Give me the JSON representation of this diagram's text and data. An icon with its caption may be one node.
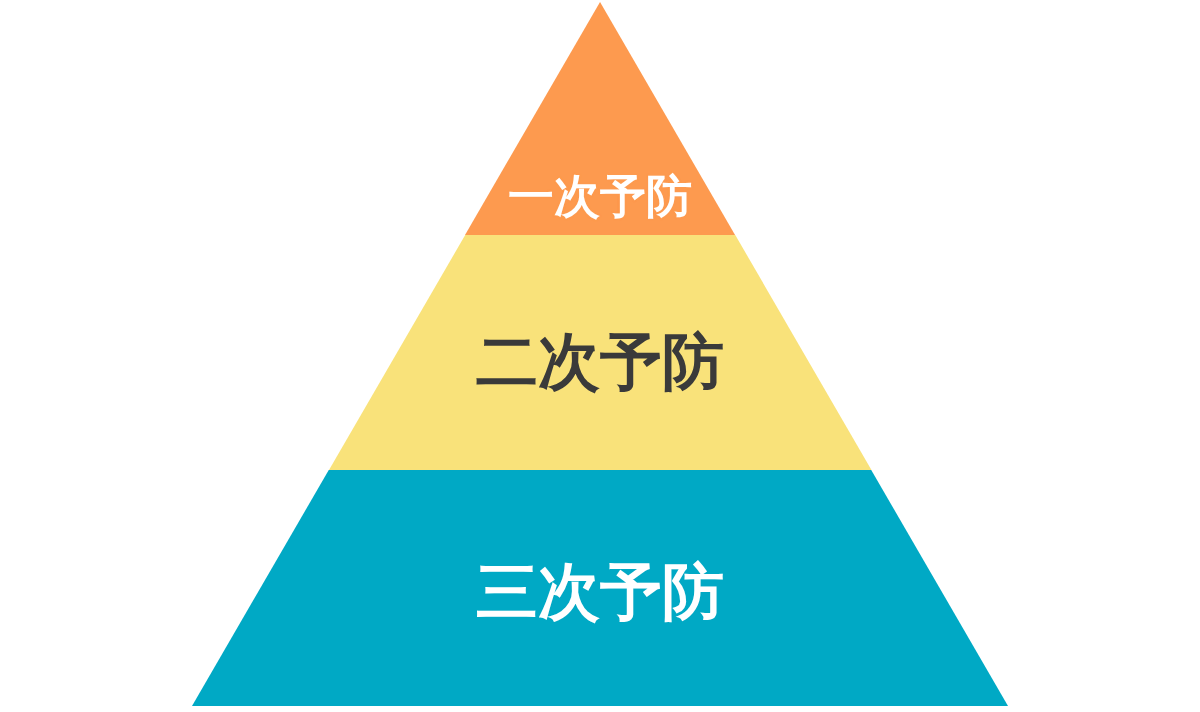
{
  "diagram": {
    "nodes": [
      {
        "text": [
          "一次予防"
        ]
      },
      {
        "text": [
          "二次予防"
        ]
      },
      {
        "text": [
          "三次予防"
        ]
      }
    ]
  }
}
